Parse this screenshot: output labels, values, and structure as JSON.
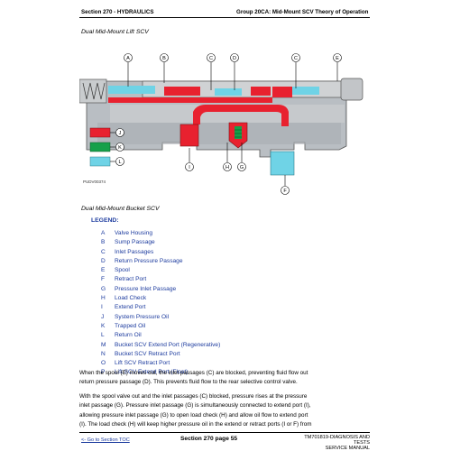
{
  "header": {
    "section": "Section 270 - HYDRAULICS",
    "group": "Group 20CA: Mid-Mount SCV Theory of Operation"
  },
  "figure": {
    "caption": "Dual Mid-Mount Lift SCV",
    "id": "PUDV00374",
    "callouts": {
      "A": "A",
      "B": "B",
      "C": "C",
      "D": "D",
      "E": "E",
      "F": "F",
      "G": "G",
      "H": "H",
      "I": "I",
      "J": "J",
      "K": "K",
      "L": "L"
    },
    "colors": {
      "high_pressure": "#e8212f",
      "trapped": "#16a04a",
      "return": "#6fd3e6",
      "housing": "#b9bec3",
      "spool": "#d0d2d4"
    }
  },
  "figure2": {
    "caption": "Dual Mid-Mount Bucket SCV"
  },
  "legend": {
    "title": "LEGEND:",
    "items": [
      {
        "key": "A",
        "label": "Valve Housing"
      },
      {
        "key": "B",
        "label": "Sump Passage"
      },
      {
        "key": "C",
        "label": "Inlet Passages"
      },
      {
        "key": "D",
        "label": "Return Pressure Passage"
      },
      {
        "key": "E",
        "label": "Spool"
      },
      {
        "key": "F",
        "label": "Retract Port"
      },
      {
        "key": "G",
        "label": "Pressure Inlet Passage"
      },
      {
        "key": "H",
        "label": "Load Check"
      },
      {
        "key": "I",
        "label": "Extend Port"
      },
      {
        "key": "J",
        "label": "System Pressure Oil"
      },
      {
        "key": "K",
        "label": "Trapped Oil"
      },
      {
        "key": "L",
        "label": "Return Oil"
      },
      {
        "key": "M",
        "label": "Bucket SCV Extend Port (Regenerative)"
      },
      {
        "key": "N",
        "label": "Bucket SCV Retract Port"
      },
      {
        "key": "O",
        "label": "Lift SCV Retract Port"
      },
      {
        "key": "P",
        "label": "Lift SCV Extend Port (Float)"
      }
    ]
  },
  "body": {
    "para1": [
      "When the spool (E) moves out, the inlet passages (C) are blocked, preventing fluid flow out",
      "return pressure passage (D). This prevents fluid flow to the rear selective control valve."
    ],
    "para2": [
      "With the spool valve out and the inlet passages (C) blocked, pressure rises at the pressure",
      "inlet passage (G). Pressure inlet passage (G) is simultaneously connected to extend port (I),",
      "allowing pressure inlet passage (G) to open load check (H) and allow oil flow to extend port",
      "(I). The load check (H) will keep higher pressure oil in the extend or retract ports (I or F) from"
    ]
  },
  "footer": {
    "toc_link": "<- Go to Section TOC",
    "page": "Section 270 page 55",
    "manual_line1": "TM701819-DIAGNOSIS AND TESTS",
    "manual_line2": "SERVICE MANUAL"
  }
}
